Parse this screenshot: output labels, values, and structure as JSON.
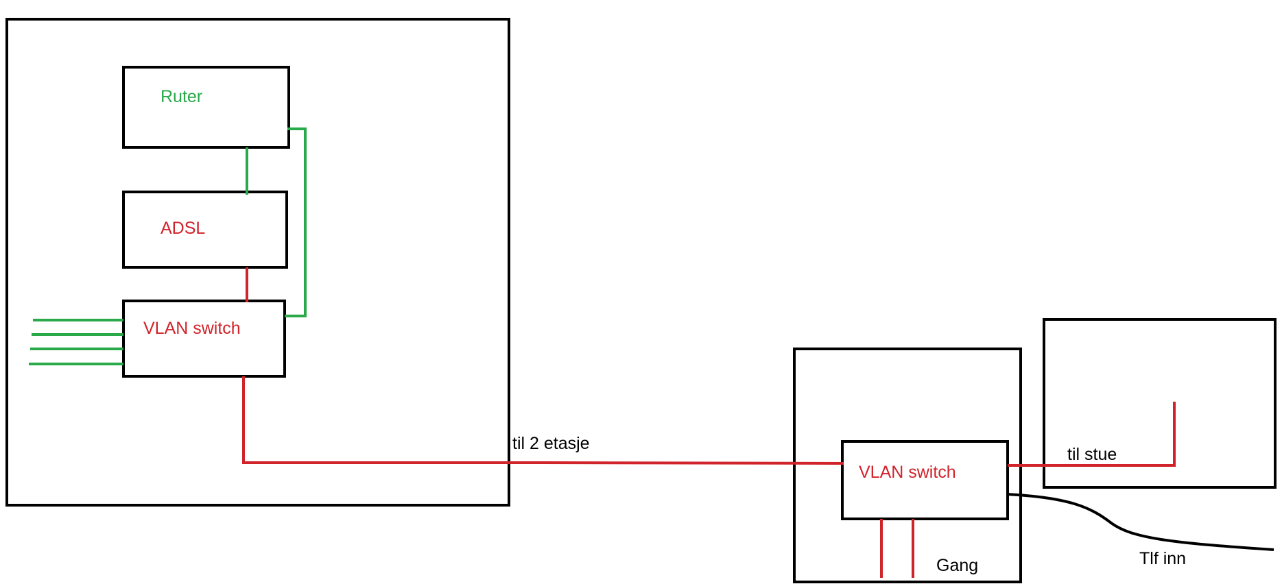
{
  "labels": {
    "ruter": "Ruter",
    "adsl": "ADSL",
    "vlan_switch_1": "VLAN switch",
    "til_2_etasje": "til 2 etasje",
    "vlan_switch_2": "VLAN switch",
    "til_stue": "til stue",
    "gang": "Gang",
    "tlf_inn": "Tlf inn"
  },
  "colors": {
    "green": "#2aa94a",
    "red": "#d0232a",
    "black": "#000000"
  }
}
